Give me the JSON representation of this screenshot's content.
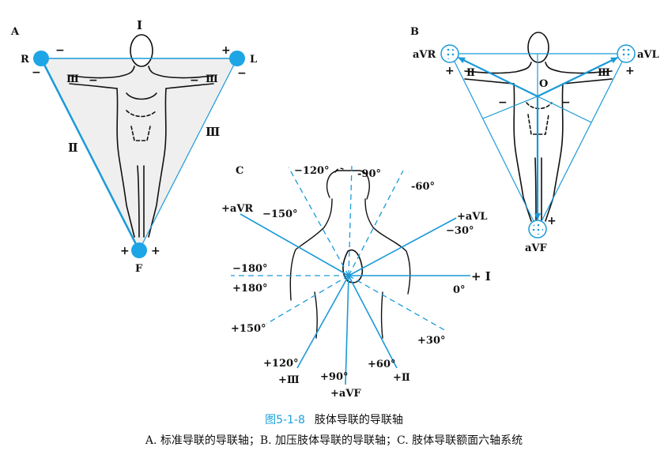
{
  "colors": {
    "axis": "#1a9ad8",
    "electrode": "#1ea5e6",
    "line": "#111111",
    "shade": "#efefef"
  },
  "icons": [
    "human-figure-icon",
    "torso-icon",
    "electrode-icon",
    "heart-icon"
  ],
  "panel_a": {
    "letter": "A",
    "lead_i": "I",
    "lead_ii": "Ⅱ",
    "lead_iii": "Ⅲ",
    "electrodes": {
      "r": "R",
      "l": "L",
      "f": "F"
    },
    "signs": {
      "r_top": "−",
      "r_bottom": "−",
      "l_top": "+",
      "l_bottom": "−",
      "f_left": "+",
      "f_right": "+"
    },
    "arm_marks": {
      "left_roman": "Ⅲ",
      "left_sign": "−",
      "right_roman": "Ⅲ",
      "right_sign": "−"
    }
  },
  "panel_b": {
    "letter": "B",
    "avr": "aVR",
    "avl": "aVL",
    "avf": "aVF",
    "center": "O",
    "signs": {
      "avr": "+",
      "avl": "+",
      "avf": "+",
      "left_neg": "−",
      "right_neg": "−"
    },
    "arm_marks": {
      "left": "Ⅱ",
      "right": "Ⅲ"
    }
  },
  "panel_c": {
    "letter": "C",
    "angles": {
      "m120": "−120°",
      "m90": "-90°",
      "m60": "-60°",
      "m150": "−150°",
      "m30": "−30°",
      "m180": "−180°",
      "p180": "+180°",
      "p150": "+150°",
      "p30": "+30°",
      "p120": "+120°",
      "p90": "+90°",
      "p60": "+60°",
      "zero": "0°"
    },
    "leads": {
      "avr": "+aVR",
      "avl": "+aVL",
      "i": "+ Ⅰ",
      "iii": "+Ⅲ",
      "avf": "+aVF",
      "ii": "+Ⅱ"
    }
  },
  "caption": {
    "figure_number": "图5-1-8",
    "title": "肢体导联的导联轴",
    "subtitle": "A. 标准导联的导联轴；B. 加压肢体导联的导联轴；C. 肢体导联额面六轴系统"
  }
}
